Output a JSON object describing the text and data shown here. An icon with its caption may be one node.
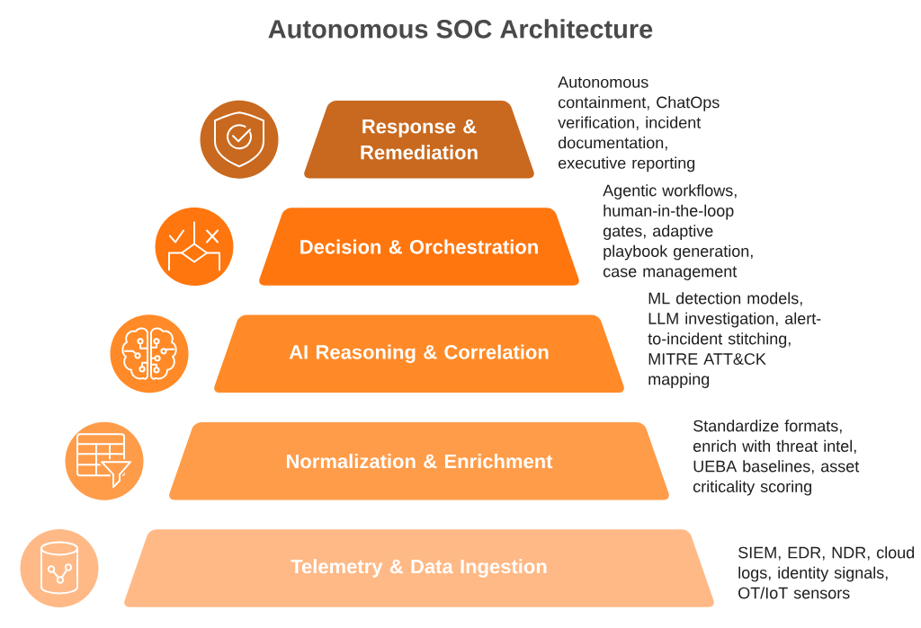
{
  "diagram": {
    "title": "Autonomous SOC Architecture",
    "nodes": [
      {
        "text": [
          "Response & Remediation"
        ],
        "beside": [
          "Autonomous containment, ChatOps verification, incident documentation, executive reporting"
        ]
      },
      {
        "text": [
          "Decision & Orchestration"
        ],
        "beside": [
          "Agentic workflows, human-in-the-loop gates, adaptive playbook generation, case management"
        ]
      },
      {
        "text": [
          "AI Reasoning & Correlation"
        ],
        "beside": [
          "ML detection models, LLM investigation, alert-to-incident stitching, MITRE ATT&CK mapping"
        ]
      },
      {
        "text": [
          "Normalization & Enrichment"
        ],
        "beside": [
          "Standardize formats, enrich with threat intel, UEBA baselines, asset criticality scoring"
        ]
      },
      {
        "text": [
          "Telemetry & Data Ingestion"
        ],
        "beside": [
          "SIEM, EDR, NDR, cloud logs, identity signals, OT/IoT sensors"
        ]
      }
    ]
  }
}
